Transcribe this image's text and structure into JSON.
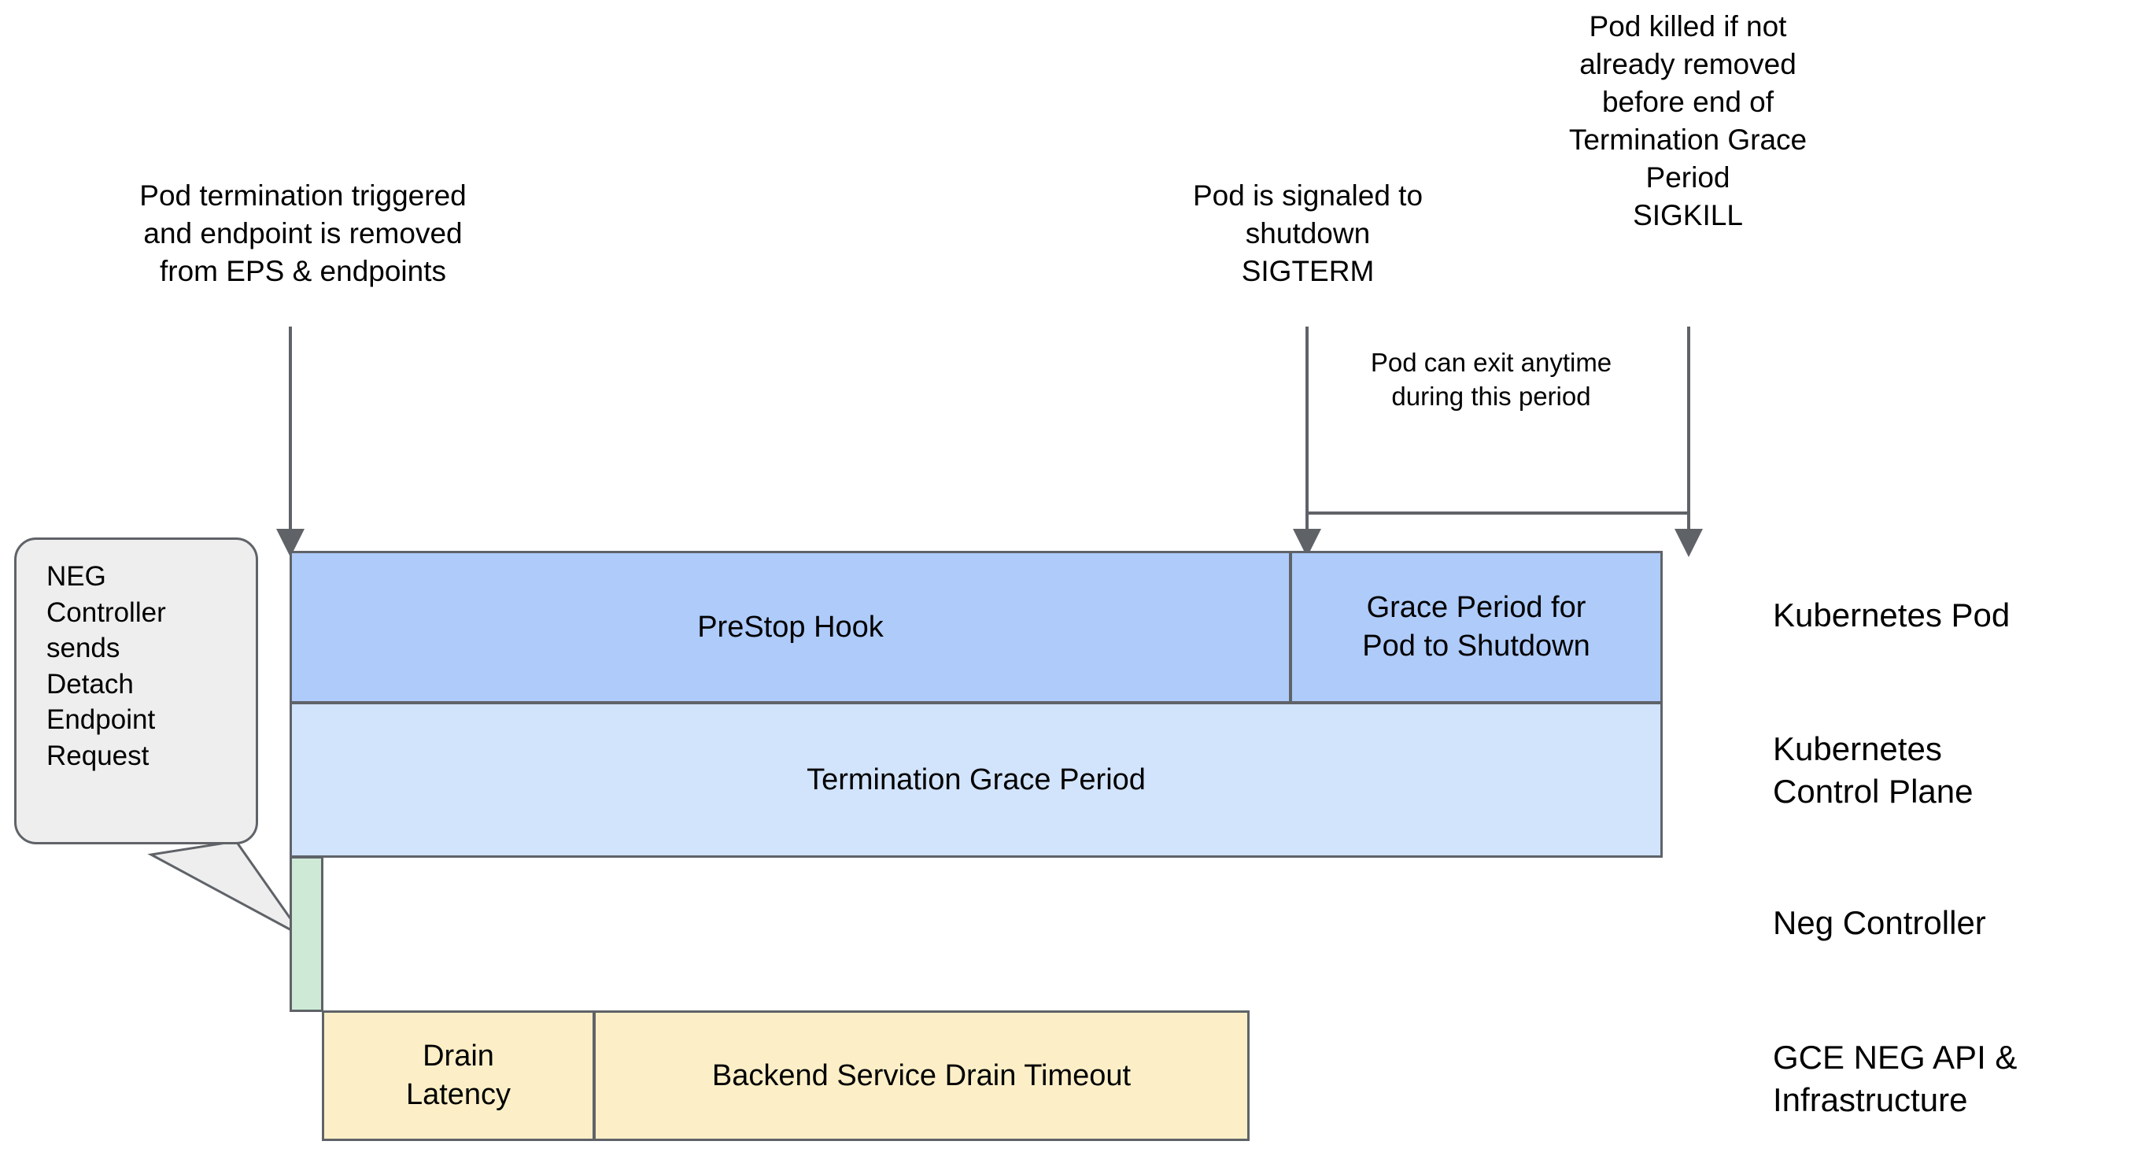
{
  "diagram": {
    "title": "Kubernetes Pod termination timeline with NEG drain",
    "colors": {
      "prestop_hook": "#aecbfa",
      "grace_period": "#aecbfa",
      "termination_grace_period": "#d2e3fc",
      "neg_controller": "#ceead6",
      "drain": "#fcefc7",
      "stroke": "#5f6368",
      "callout_fill": "#eeeeee",
      "text": "#000000",
      "background": "#ffffff"
    }
  },
  "annotations": [
    {
      "id": "pod-termination-triggered",
      "text": "Pod termination triggered\nand endpoint is removed\nfrom EPS & endpoints"
    },
    {
      "id": "pod-signaled-shutdown",
      "text": "Pod is signaled to\nshutdown\nSIGTERM"
    },
    {
      "id": "pod-killed-sigkill",
      "text": "Pod killed if not\nalready removed\nbefore end of\nTermination Grace\nPeriod\nSIGKILL"
    },
    {
      "id": "pod-can-exit-anytime",
      "text": "Pod can exit anytime\nduring this period"
    }
  ],
  "callout": {
    "id": "neg-detach-callout",
    "text": "NEG\nController\nsends\nDetach\nEndpoint\nRequest"
  },
  "bars": [
    {
      "id": "prestop-hook",
      "label": "PreStop Hook"
    },
    {
      "id": "grace-period-shutdown",
      "label": "Grace Period for\nPod to Shutdown"
    },
    {
      "id": "termination-grace-period",
      "label": "Termination Grace Period"
    },
    {
      "id": "neg-controller-bar",
      "label": ""
    },
    {
      "id": "drain-latency",
      "label": "Drain\nLatency"
    },
    {
      "id": "backend-service-drain-timeout",
      "label": "Backend Service Drain Timeout"
    }
  ],
  "lane_labels": [
    {
      "id": "lane-kubernetes-pod",
      "text": "Kubernetes Pod"
    },
    {
      "id": "lane-control-plane",
      "text": "Kubernetes\nControl Plane"
    },
    {
      "id": "lane-neg-controller",
      "text": "Neg Controller"
    },
    {
      "id": "lane-gce-neg-api",
      "text": "GCE NEG API &\nInfrastructure"
    }
  ]
}
